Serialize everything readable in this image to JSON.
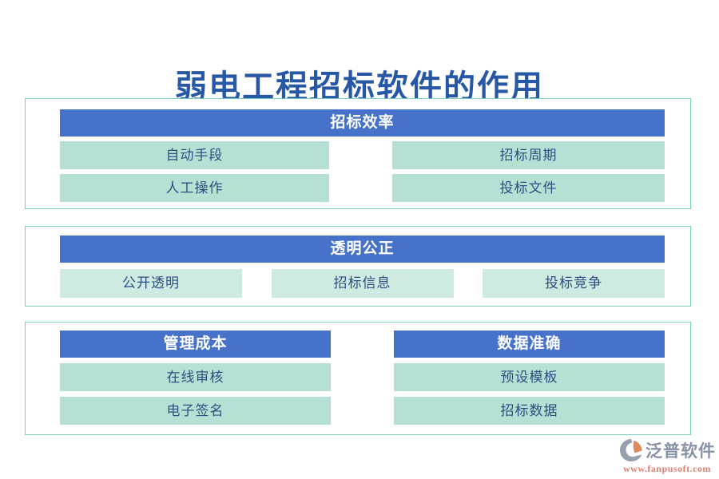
{
  "title": {
    "text": "弱电工程招标软件的作用"
  },
  "colors": {
    "title_blue": "#2758A5",
    "header_blue": "#4673C9",
    "chip_mint": "#B6E0D4",
    "chip_mint_light": "#CEEAE1",
    "box_border_teal": "#79CFBD",
    "chip_text_blue": "#2C4F80",
    "logo_gray": "#8792A6",
    "logo_coral": "#DF8173",
    "logo_icon_orange": "#E08A60"
  },
  "sections": [
    {
      "header": "招标效率",
      "items": [
        "自动手段",
        "招标周期",
        "人工操作",
        "投标文件"
      ]
    },
    {
      "header": "透明公正",
      "items": [
        "公开透明",
        "招标信息",
        "投标竞争"
      ]
    },
    {
      "groups": [
        {
          "header": "管理成本",
          "items": [
            "在线审核",
            "电子签名"
          ]
        },
        {
          "header": "数据准确",
          "items": [
            "预设模板",
            "招标数据"
          ]
        }
      ]
    }
  ],
  "logo": {
    "name": "泛普软件",
    "url": "www.fanpusoft.com"
  }
}
